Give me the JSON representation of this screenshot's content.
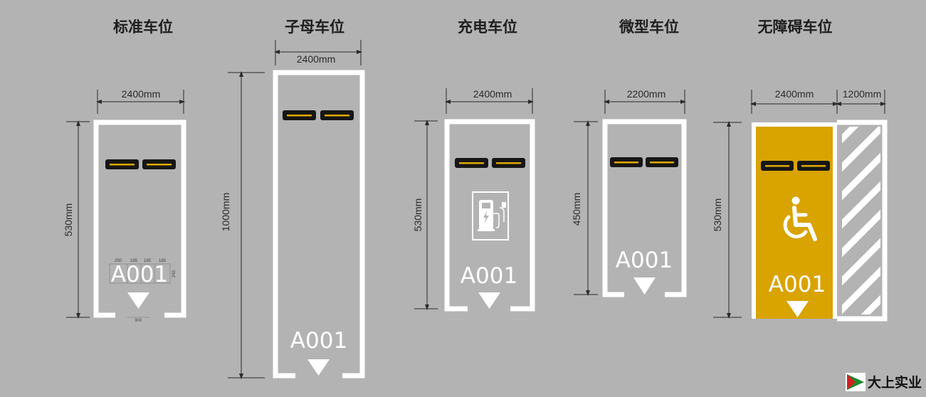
{
  "spaces": [
    {
      "title": "标准车位",
      "width_label": "2400mm",
      "length_label": "530mm",
      "code": "A001",
      "detail_widths": [
        "250",
        "185",
        "185",
        "185"
      ],
      "detail_height": "240",
      "arrow_width": "300"
    },
    {
      "title": "子母车位",
      "width_label": "2400mm",
      "length_label": "1000mm",
      "code": "A001"
    },
    {
      "title": "充电车位",
      "width_label": "2400mm",
      "length_label": "530mm",
      "code": "A001"
    },
    {
      "title": "微型车位",
      "width_label": "2200mm",
      "length_label": "450mm",
      "code": "A001"
    },
    {
      "title": "无障碍车位",
      "width_label": "2400mm",
      "side_width_label": "1200mm",
      "length_label": "530mm",
      "code": "A001"
    }
  ],
  "icons": [
    "wheel-stopper-icon",
    "ev-charger-icon",
    "wheelchair-icon",
    "arrow-down-icon"
  ],
  "colors": {
    "background": "#b3b3b3",
    "marking": "#ffffff",
    "accessible": "#d9a300",
    "stopper_stripe": "#e0a800"
  },
  "brand": {
    "name": "大上实业"
  }
}
